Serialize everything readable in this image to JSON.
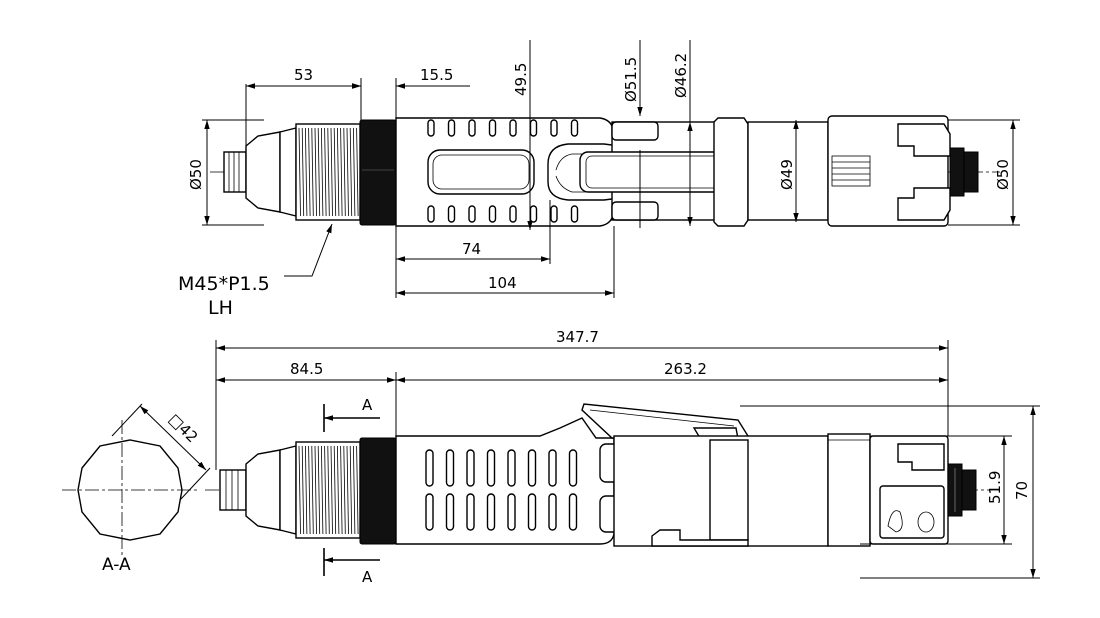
{
  "dimensions": {
    "top_view": {
      "nose_length": "53",
      "collar_width": "15.5",
      "dia_49_5": "49.5",
      "dia_51_5": "Ø51.5",
      "dia_46_2": "Ø46.2",
      "dia_50_left": "Ø50",
      "dia_49": "Ø49",
      "dia_50_right": "Ø50",
      "length_74": "74",
      "length_104": "104"
    },
    "side_view": {
      "overall_length": "347.7",
      "front_length": "84.5",
      "rear_length": "263.2",
      "height_51_9": "51.9",
      "height_70": "70"
    },
    "section": {
      "square_size": "□42",
      "label": "A-A"
    }
  },
  "notes": {
    "thread_line1": "M45*P1.5",
    "thread_line2": "LH"
  },
  "section_marks": {
    "top_letter": "A",
    "bottom_letter": "A"
  }
}
